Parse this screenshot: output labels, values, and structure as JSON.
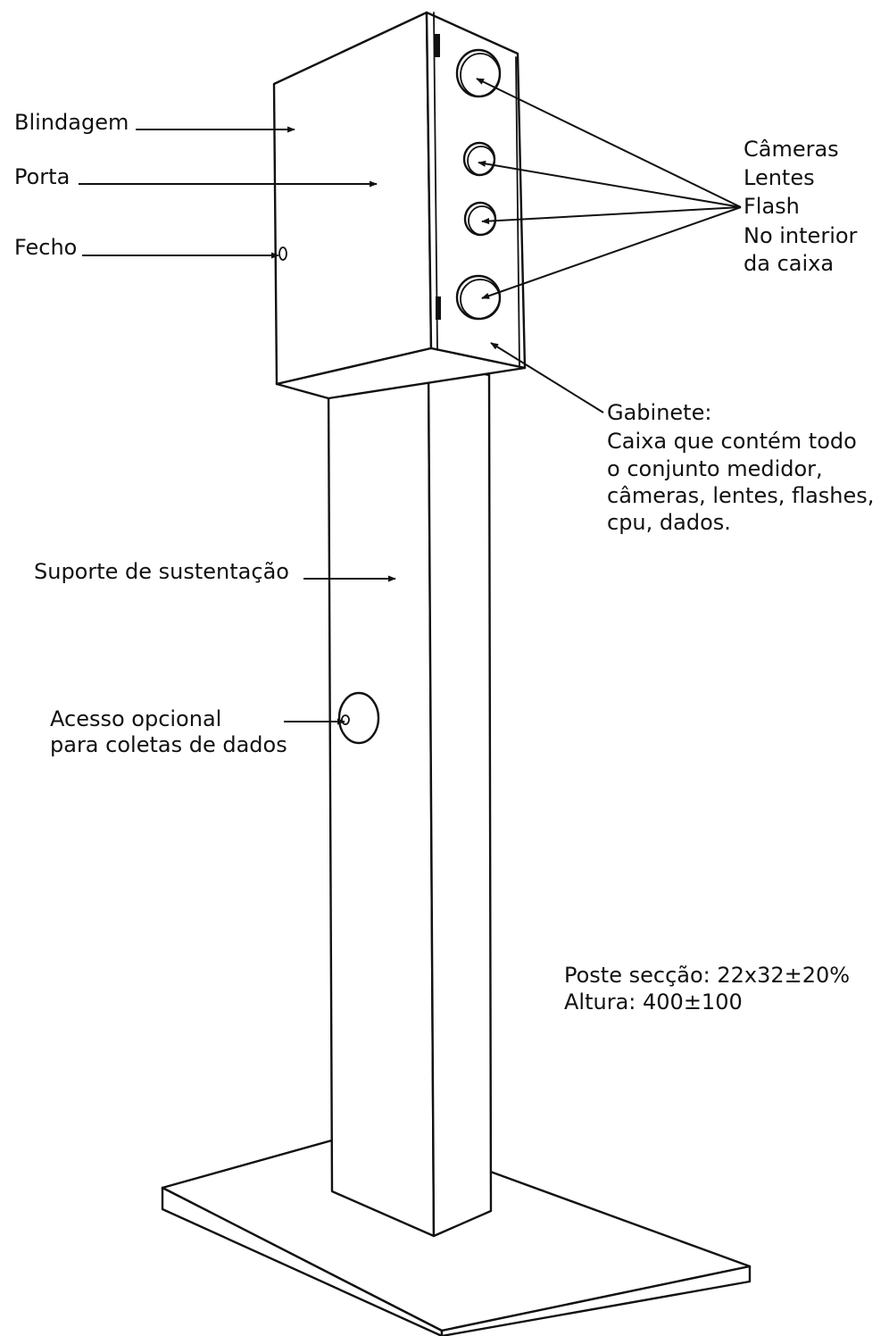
{
  "labels": {
    "blindagem": "Blindagem",
    "porta": "Porta",
    "fecho": "Fecho",
    "cameras": [
      "Câmeras",
      "Lentes",
      "Flash",
      "No interior",
      "da caixa"
    ],
    "gabinete_title": "Gabinete:",
    "gabinete_desc": [
      "Caixa que contém todo",
      "o conjunto medidor,",
      "câmeras, lentes, flashes,",
      "cpu, dados."
    ],
    "suporte": "Suporte de sustentação",
    "acesso": [
      "Acesso opcional",
      "para coletas de dados"
    ],
    "poste_seccao": "Poste secção: 22x32",
    "poste_tol": "20%",
    "altura": "Altura: 400",
    "altura_tol": "100",
    "plus_minus": "±"
  }
}
